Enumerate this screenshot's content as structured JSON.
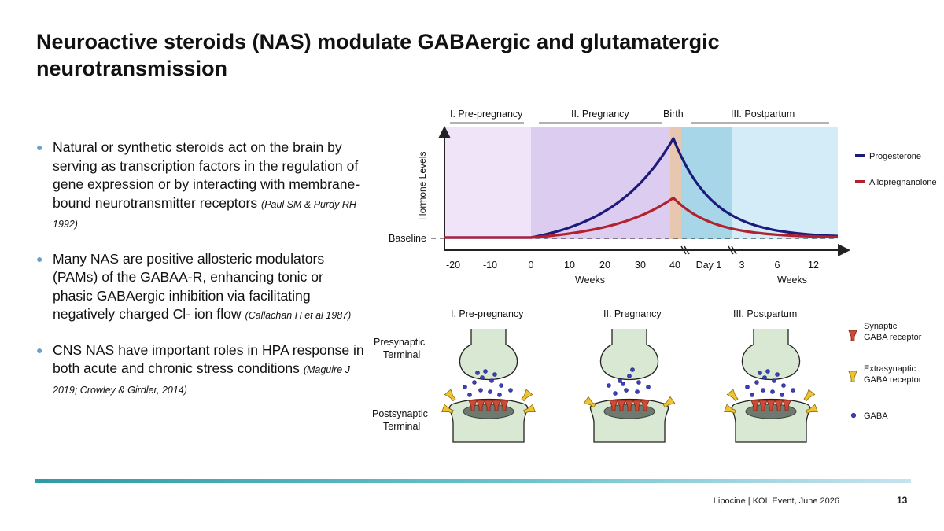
{
  "slide": {
    "title": "Neuroactive steroids (NAS) modulate GABAergic and glutamatergic neurotransmission",
    "footer": "Lipocine | KOL Event, June 2026",
    "page_number": "13"
  },
  "bullets": [
    {
      "text": "Natural or synthetic steroids act on the brain by serving as transcription factors in the regulation of gene expression or by interacting with membrane-bound neurotransmitter receptors ",
      "citation": "(Paul SM & Purdy RH 1992)"
    },
    {
      "text": "Many NAS are positive allosteric modulators (PAMs) of the GABAA-R, enhancing tonic or phasic GABAergic inhibition via facilitating negatively charged Cl- ion flow ",
      "citation": "(Callachan H et al 1987)"
    },
    {
      "text": "CNS NAS have important roles in HPA response in both acute and chronic stress conditions ",
      "citation": "(Maguire J 2019; Crowley & Girdler, 2014)"
    }
  ],
  "chart_data": {
    "type": "line",
    "title": "",
    "xlabel": "Weeks",
    "xlabel_right": "Weeks",
    "ylabel": "Hormone Levels",
    "baseline_label": "Baseline",
    "phases": [
      {
        "label": "I. Pre-pregnancy",
        "color": "#efe4f8"
      },
      {
        "label": "II. Pregnancy",
        "color": "#dccdf0"
      },
      {
        "label": "Birth",
        "color": "#e8c7b0"
      },
      {
        "label": "III. Postpartum",
        "color": "#a6d6e8"
      }
    ],
    "x_ticks": [
      "-20",
      "-10",
      "0",
      "10",
      "20",
      "30",
      "40",
      "Day 1",
      "3",
      "6",
      "12"
    ],
    "x_axis_segments": "weeks -20..40 (pregnancy), break, Day 1, break, weeks 3..12 postpartum",
    "series": [
      {
        "name": "Progesterone",
        "color": "#1c1a7a",
        "x": [
          "-20",
          "0",
          "10",
          "20",
          "30",
          "40",
          "Day 1",
          "3",
          "6",
          "12"
        ],
        "values": [
          0,
          0,
          12,
          30,
          55,
          100,
          80,
          38,
          15,
          2
        ]
      },
      {
        "name": "Allopregnanolone",
        "color": "#b3212f",
        "x": [
          "-20",
          "0",
          "10",
          "20",
          "30",
          "40",
          "Day 1",
          "3",
          "6",
          "12"
        ],
        "values": [
          0,
          0,
          4,
          10,
          22,
          40,
          20,
          8,
          3,
          1
        ]
      }
    ],
    "legend_position": "right",
    "grid": false
  },
  "diagram": {
    "phase_labels": [
      "I. Pre-pregnancy",
      "II. Pregnancy",
      "III. Postpartum"
    ],
    "presynaptic_label_1": "Presynaptic",
    "presynaptic_label_2": "Terminal",
    "postsynaptic_label_1": "Postsynaptic",
    "postsynaptic_label_2": "Terminal",
    "legend": [
      {
        "line1": "Synaptic",
        "line2": "GABA receptor",
        "icon": "synaptic-receptor-icon",
        "color": "#cf4a35"
      },
      {
        "line1": "Extrasynaptic",
        "line2": "GABA receptor",
        "icon": "extrasynaptic-receptor-icon",
        "color": "#f0c430"
      },
      {
        "line1": "GABA",
        "line2": "",
        "icon": "gaba-dot-icon",
        "color": "#3b3fc0"
      }
    ],
    "extrasynaptic_counts": [
      4,
      2,
      4
    ]
  }
}
